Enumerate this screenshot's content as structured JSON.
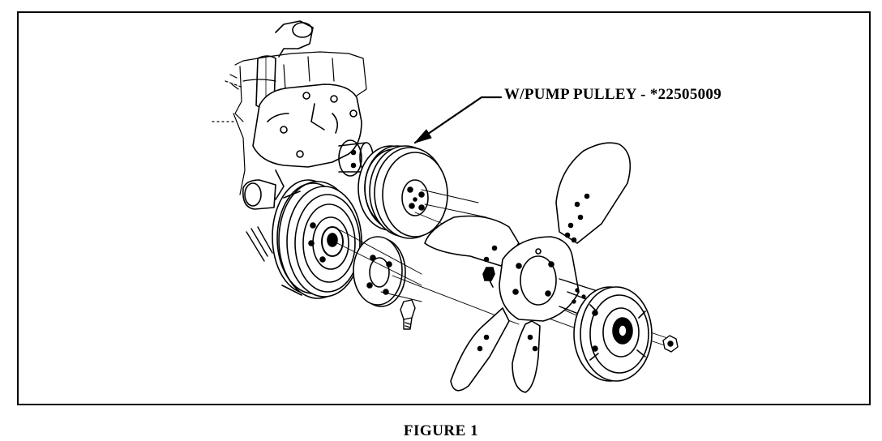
{
  "figure": {
    "callout_label": "W/PUMP PULLEY - *22505009",
    "caption": "FIGURE 1"
  },
  "parts": {
    "engine_block": "engine-block",
    "water_pump": "water-pump",
    "ac_compressor_pulley": "ac-compressor-pulley",
    "water_pump_pulley": "water-pump-pulley",
    "spacer_plate": "spacer-plate",
    "fan": "fan-assembly",
    "fan_clutch": "fan-clutch",
    "bolts": "bolt",
    "nut": "nut"
  },
  "colors": {
    "ink": "#000000",
    "paper": "#ffffff"
  }
}
